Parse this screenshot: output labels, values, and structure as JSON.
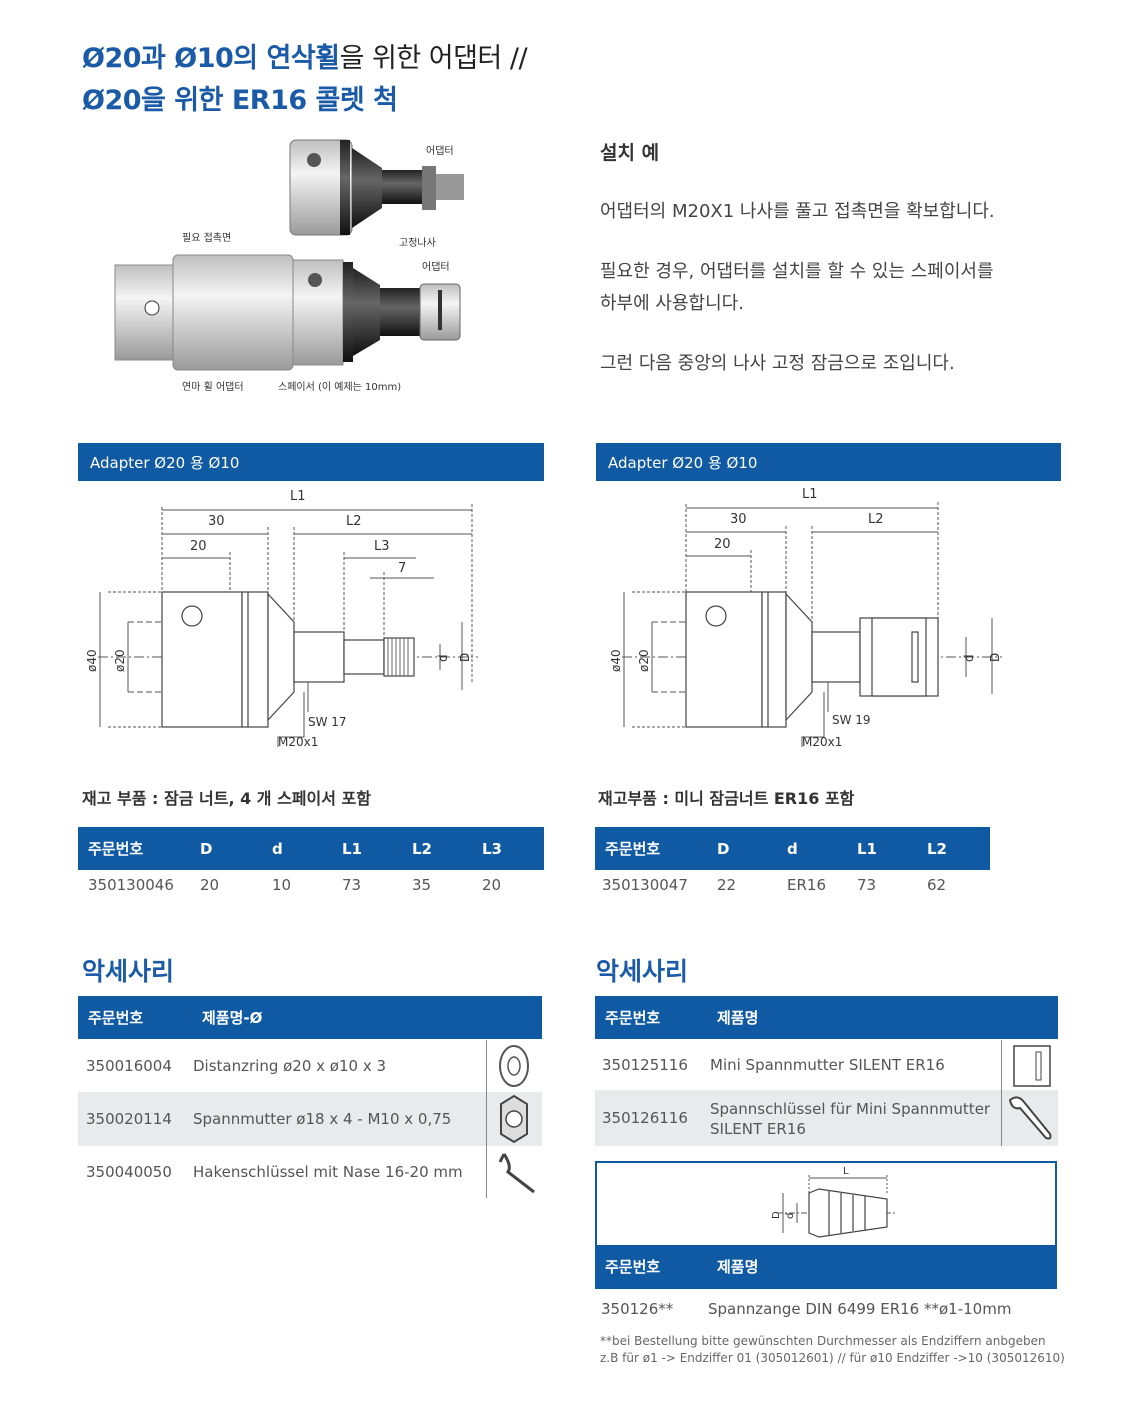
{
  "title": {
    "line1_blue": "Ø20과 Ø10의 연삭휠",
    "line1_rest": "을 위한 어댑터 //",
    "line2": "Ø20을 위한 ER16 콜렛 척"
  },
  "photo_labels": {
    "adapter_top": "어댑터",
    "required_contact": "필요 접촉면",
    "set_screw": "고정나사",
    "adapter_mid": "어댑터",
    "grinding_wheel_adapter": "연마 휠 어댑터",
    "spacer": "스페이서 (이 예제는 10mm)"
  },
  "install": {
    "heading": "설치 예",
    "p1": "어댑터의 M20X1 나사를 풀고 접촉면을 확보합니다.",
    "p2a": "필요한 경우, 어댑터를 설치를 할 수 있는 스페이서를",
    "p2b": "하부에 사용합니다.",
    "p3": "그런 다음 중앙의 나사 고정 잠금으로 조입니다."
  },
  "left": {
    "bar": "Adapter Ø20 용 Ø10",
    "drawing": {
      "L1": "L1",
      "30": "30",
      "L2": "L2",
      "20": "20",
      "L3": "L3",
      "7": "7",
      "d40": "ø40",
      "d20": "ø20",
      "d": "d",
      "D": "D",
      "sw": "SW 17",
      "m": "M20x1"
    },
    "note": "재고 부품 : 잠금 너트, 4 개 스페이서 포함",
    "table": {
      "headers": [
        "주문번호",
        "D",
        "d",
        "L1",
        "L2",
        "L3"
      ],
      "row": [
        "350130046",
        "20",
        "10",
        "73",
        "35",
        "20"
      ]
    },
    "acc_title": "악세사리",
    "acc_headers": [
      "주문번호",
      "제품명-Ø"
    ],
    "acc_rows": [
      {
        "no": "350016004",
        "name": "Distanzring ø20 x ø10 x 3",
        "icon": "ring-icon"
      },
      {
        "no": "350020114",
        "name": "Spannmutter ø18 x 4 - M10 x 0,75",
        "icon": "nut-icon"
      },
      {
        "no": "350040050",
        "name": "Hakenschlüssel mit Nase 16-20 mm",
        "icon": "hook-wrench-icon"
      }
    ]
  },
  "right": {
    "bar": "Adapter Ø20 용 Ø10",
    "drawing": {
      "L1": "L1",
      "30": "30",
      "L2": "L2",
      "20": "20",
      "d40": "ø40",
      "d20": "ø20",
      "d": "d",
      "D": "D",
      "sw": "SW 19",
      "m": "M20x1"
    },
    "note": "재고부품 : 미니 잠금너트 ER16 포함",
    "table": {
      "headers": [
        "주문번호",
        "D",
        "d",
        "L1",
        "L2"
      ],
      "row": [
        "350130047",
        "22",
        "ER16",
        "73",
        "62"
      ]
    },
    "acc_title": "악세사리",
    "acc_headers": [
      "주문번호",
      "제품명"
    ],
    "acc_rows": [
      {
        "no": "350125116",
        "name": "Mini Spannmutter SILENT ER16",
        "icon": "mini-nut-icon"
      },
      {
        "no": "350126116",
        "name": "Spannschlüssel für Mini Spannmutter",
        "name2": "SILENT ER16",
        "icon": "wrench-icon"
      }
    ],
    "collet_box": {
      "L": "L",
      "D": "D",
      "d": "d",
      "headers": [
        "주문번호",
        "제품명"
      ],
      "row_no": "350126**",
      "row_name": "Spannzange DIN 6499 ER16 **ø1-10mm",
      "foot1": "**bei Bestellung bitte gewünschten Durchmesser als Endziffern anbgeben",
      "foot2": "z.B für ø1 -> Endziffer 01 (305012601) // für ø10 Endziffer ->10 (305012610)"
    }
  }
}
